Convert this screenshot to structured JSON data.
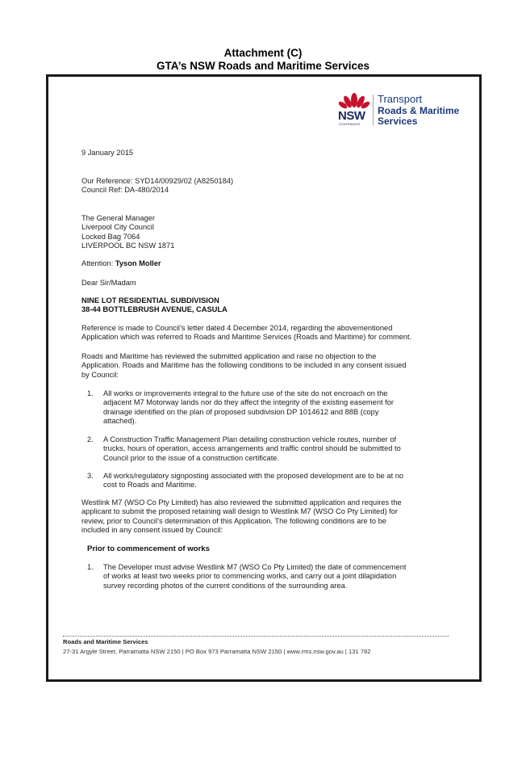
{
  "attachment": {
    "line1": "Attachment (C)",
    "line2": "GTA’s NSW Roads and Maritime Services"
  },
  "logo": {
    "nsw": "NSW",
    "government": "GOVERNMENT",
    "line1": "Transport",
    "line2": "Roads & Maritime",
    "line3": "Services",
    "colors": {
      "waratah": "#c8102e",
      "navy": "#1b2a5a"
    }
  },
  "letter": {
    "date": "9 January 2015",
    "our_reference": "Our Reference: SYD14/00929/02 (A8250184)",
    "council_ref": "Council Ref: DA-480/2014",
    "address": [
      "The General Manager",
      "Liverpool City Council",
      "Locked Bag 7064",
      "LIVERPOOL BC NSW 1871"
    ],
    "attention_label": "Attention:",
    "attention_name": "Tyson Moller",
    "salutation": "Dear Sir/Madam",
    "subject_line1": "NINE LOT RESIDENTIAL SUBDIVISION",
    "subject_line2": "38-44 BOTTLEBRUSH AVENUE, CASULA",
    "para1_l1": "Reference is made to Council’s letter dated 4 December 2014, regarding the abovementioned",
    "para1_l2": "Application which was referred to Roads and Maritime Services (Roads and Maritime) for comment.",
    "para2_l1": "Roads and Maritime has reviewed the submitted application and raise no objection to the",
    "para2_l2": "Application. Roads and Maritime has the following conditions to be included in any consent issued",
    "para2_l3": "by Council:",
    "conditions": [
      {
        "num": "1.",
        "lines": [
          "All works or improvements integral to the future use of the site do not encroach on the",
          "adjacent M7 Motorway lands nor do they affect the integrity of the existing easement for",
          "drainage identified on the plan of proposed subdivision DP 1014612 and 88B (copy",
          "attached)."
        ]
      },
      {
        "num": "2.",
        "lines": [
          "A Construction Traffic Management Plan detailing construction vehicle routes, number of",
          "trucks, hours of operation, access arrangements and traffic control should be submitted to",
          "Council prior to the issue of a construction certificate."
        ]
      },
      {
        "num": "3.",
        "lines": [
          "All works/regulatory signposting associated with the proposed development are to be at no",
          "cost to Roads and Maritime."
        ]
      }
    ],
    "para3_l1": "Westlink M7 (WSO Co Pty Limited) has also reviewed the submitted application and requires the",
    "para3_l2": "applicant to submit the proposed retaining wall design to Westlink M7 (WSO Co Pty Limited) for",
    "para3_l3": "review, prior to Council’s determination of this Application. The following conditions are to be",
    "para3_l4": "included in any consent issued by Council:",
    "subheading": "Prior to commencement of works",
    "works_condition": {
      "num": "1.",
      "lines": [
        "The Developer must advise Westlink M7 (WSO Co Pty Limited) the date of commencement",
        "of works at least two weeks prior to commencing works, and carry out a joint dilapidation",
        "survey recording photos of the current conditions of the surrounding area."
      ]
    }
  },
  "footer": {
    "org": "Roads and Maritime Services",
    "address": "27-31 Argyle Street, Parramatta NSW 2150  |  PO Box 973 Parramatta NSW 2150 | www.rms.nsw.gov.au  |  131 782"
  }
}
